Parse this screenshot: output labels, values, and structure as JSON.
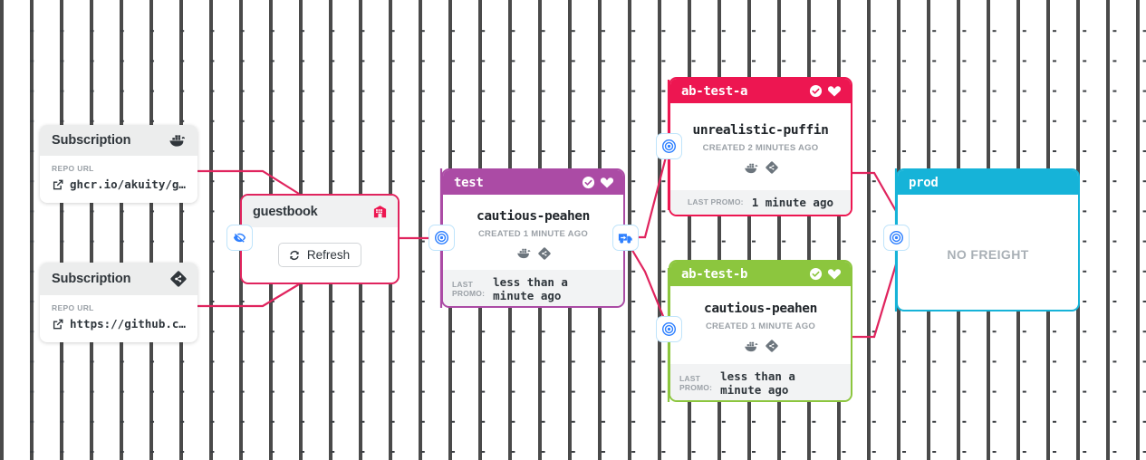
{
  "colors": {
    "edge": "#e0245e",
    "handle_accent": "#2f80ff",
    "test_header": "#ab4ba5",
    "ab_test_a_header": "#ed1651",
    "ab_test_b_header": "#8cc63e",
    "prod_header": "#16b3d8",
    "warehouse_border": "#e0245e",
    "warehouse_icon": "#ed1651"
  },
  "subscriptions": [
    {
      "title": "Subscription",
      "icon": "docker-icon",
      "repo_label": "REPO URL",
      "repo_url": "ghcr.io/akuity/g…",
      "link_icon": "external-link-icon"
    },
    {
      "title": "Subscription",
      "icon": "git-icon",
      "repo_label": "REPO URL",
      "repo_url": "https://github.c…",
      "link_icon": "external-link-icon"
    }
  ],
  "warehouse": {
    "name": "guestbook",
    "icon": "warehouse-icon",
    "refresh_label": "Refresh",
    "refresh_icon": "refresh-icon",
    "handle_icon": "eye-off-icon"
  },
  "stages": [
    {
      "id": "test",
      "name": "test",
      "header_color": "#ab4ba5",
      "head_icons": [
        "check-circle-icon",
        "heart-icon"
      ],
      "freight_name": "cautious-peahen",
      "created": "CREATED 1 MINUTE AGO",
      "body_icons": [
        "docker-icon",
        "git-icon"
      ],
      "promo_label": "LAST\nPROMO:",
      "promo_value": "less than a minute ago",
      "footer_layout": "two-line",
      "left_handle_icon": "target-icon",
      "right_handle_icon": "promote-truck-icon"
    },
    {
      "id": "ab-test-a",
      "name": "ab-test-a",
      "header_color": "#ed1651",
      "head_icons": [
        "check-circle-icon",
        "heart-icon"
      ],
      "freight_name": "unrealistic-puffin",
      "created": "CREATED 2 MINUTES AGO",
      "body_icons": [
        "docker-icon",
        "git-icon"
      ],
      "promo_label": "LAST PROMO:",
      "promo_value": "1 minute ago",
      "footer_layout": "inline",
      "left_handle_icon": "target-icon",
      "right_handle_icon": null
    },
    {
      "id": "ab-test-b",
      "name": "ab-test-b",
      "header_color": "#8cc63e",
      "head_icons": [
        "check-circle-icon",
        "heart-icon"
      ],
      "freight_name": "cautious-peahen",
      "created": "CREATED 1 MINUTE AGO",
      "body_icons": [
        "docker-icon",
        "git-icon"
      ],
      "promo_label": "LAST\nPROMO:",
      "promo_value": "less than a minute ago",
      "footer_layout": "two-line",
      "left_handle_icon": "target-icon",
      "right_handle_icon": null
    },
    {
      "id": "prod",
      "name": "prod",
      "header_color": "#16b3d8",
      "head_icons": [],
      "empty_text": "NO FREIGHT",
      "left_handle_icon": "target-icon"
    }
  ]
}
